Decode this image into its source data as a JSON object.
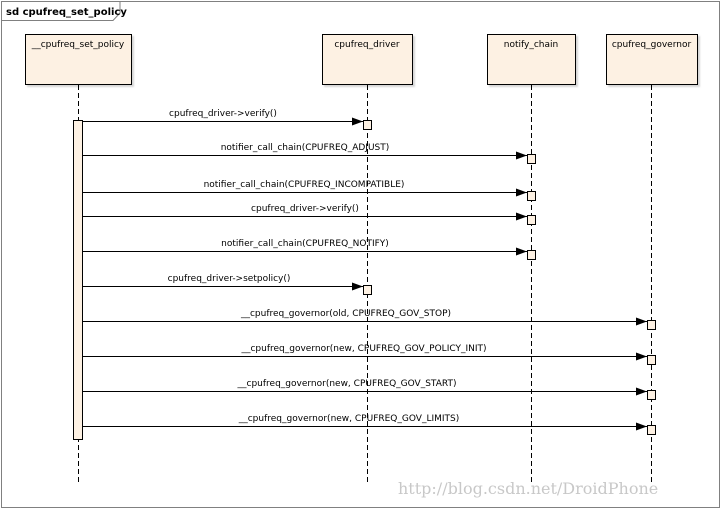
{
  "frame": {
    "title": "sd cpufreq_set_policy"
  },
  "lifelines": [
    {
      "id": "set_policy",
      "label": "__cpufreq_set_policy"
    },
    {
      "id": "driver",
      "label": "cpufreq_driver"
    },
    {
      "id": "notify",
      "label": "notify_chain"
    },
    {
      "id": "governor",
      "label": "cpufreq_governor"
    }
  ],
  "messages": [
    {
      "from": "set_policy",
      "to": "driver",
      "label": "cpufreq_driver->verify()"
    },
    {
      "from": "set_policy",
      "to": "notify",
      "label": "notifier_call_chain(CPUFREQ_ADJUST)"
    },
    {
      "from": "set_policy",
      "to": "notify",
      "label": "notifier_call_chain(CPUFREQ_INCOMPATIBLE)"
    },
    {
      "from": "set_policy",
      "to": "notify",
      "label": "cpufreq_driver->verify()"
    },
    {
      "from": "set_policy",
      "to": "notify",
      "label": "notifier_call_chain(CPUFREQ_NOTIFY)"
    },
    {
      "from": "set_policy",
      "to": "driver",
      "label": "cpufreq_driver->setpolicy()"
    },
    {
      "from": "set_policy",
      "to": "governor",
      "label": "__cpufreq_governor(old, CPUFREQ_GOV_STOP)"
    },
    {
      "from": "set_policy",
      "to": "governor",
      "label": "__cpufreq_governor(new, CPUFREQ_GOV_POLICY_INIT)"
    },
    {
      "from": "set_policy",
      "to": "governor",
      "label": "__cpufreq_governor(new, CPUFREQ_GOV_START)"
    },
    {
      "from": "set_policy",
      "to": "governor",
      "label": "__cpufreq_governor(new, CPUFREQ_GOV_LIMITS)"
    }
  ],
  "watermark": "http://blog.csdn.net/DroidPhone",
  "colors": {
    "lifeline_box": "#fdf1e3",
    "activation": "#fdf1e3",
    "line": "#000000",
    "watermark": "#c8c8c8"
  }
}
